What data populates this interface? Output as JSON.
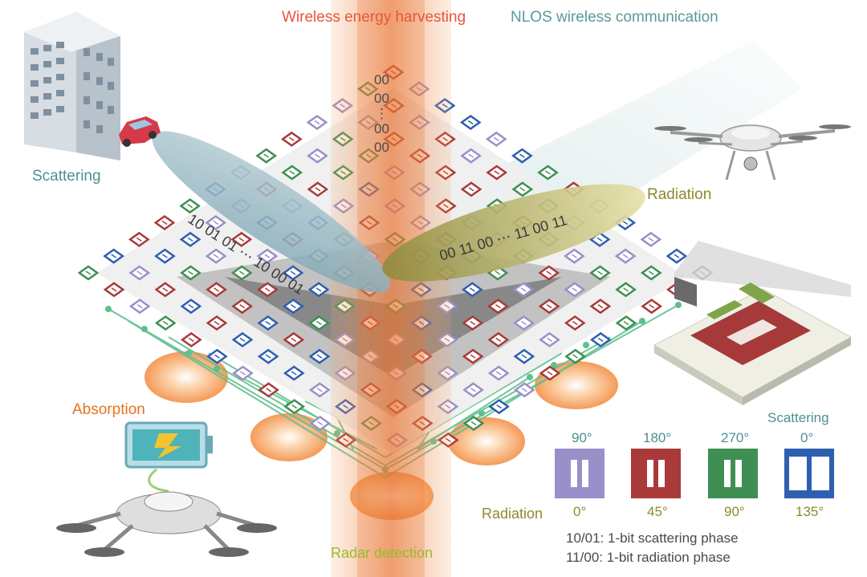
{
  "titles": {
    "energy": "Wireless energy harvesting",
    "nlos": "NLOS wireless communication"
  },
  "labels": {
    "scattering_left": "Scattering",
    "radiation_top": "Radiation",
    "absorption": "Absorption",
    "radar": "Radar detection",
    "scattering_legend": "Scattering",
    "radiation_legend": "Radiation"
  },
  "beam_codes": {
    "vertical": [
      "00",
      "00",
      "⋮",
      "00",
      "00"
    ],
    "scattering_beam": "10 01 01 ⋯ 10 00 01",
    "radiation_beam": "00 11 00 ⋯ 11 00 11"
  },
  "legend": {
    "scattering_phases": [
      "90°",
      "180°",
      "270°",
      "0°"
    ],
    "radiation_phases": [
      "0°",
      "45°",
      "90°",
      "135°"
    ],
    "cell_colors": [
      "#9b8fc9",
      "#a83a3a",
      "#3f8f52",
      "#2f5fb0"
    ],
    "notes": [
      "10/01: 1-bit scattering phase",
      "11/00: 1-bit radiation phase"
    ]
  },
  "colors": {
    "energy": "#e8553a",
    "nlos": "#5a9a9a",
    "radiation": "#8f8a2e",
    "absorption": "#e8731f",
    "radar": "#9aba2a",
    "feed_network": "#5fbf8f"
  }
}
